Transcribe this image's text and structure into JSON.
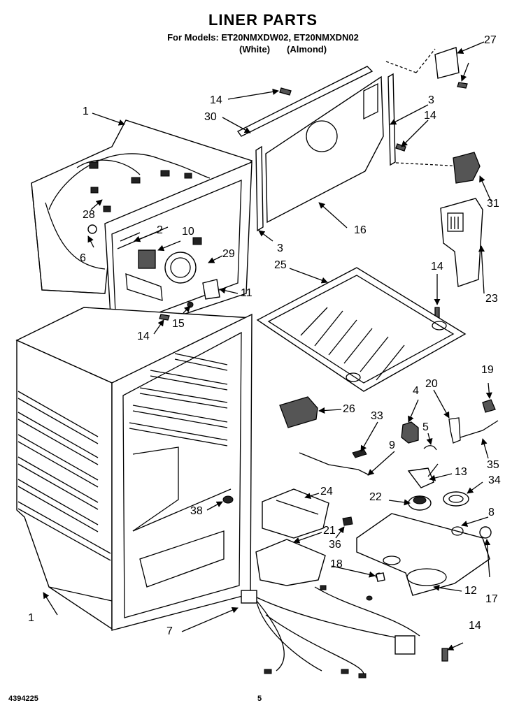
{
  "header": {
    "title": "LINER PARTS",
    "models_line": "For Models: ET20NMXDW02, ET20NMXDN02",
    "variant_white": "(White)",
    "variant_almond": "(Almond)"
  },
  "footer": {
    "doc_number": "4394225",
    "page_number": "5"
  },
  "callouts": {
    "c1a": "1",
    "c1b": "1",
    "c2": "2",
    "c3a": "3",
    "c3b": "3",
    "c4": "4",
    "c5": "5",
    "c6": "6",
    "c7": "7",
    "c8": "8",
    "c9": "9",
    "c10": "10",
    "c11": "11",
    "c12": "12",
    "c13": "13",
    "c14a": "14",
    "c14b": "14",
    "c14c": "14",
    "c14d": "14",
    "c14e": "14",
    "c15": "15",
    "c16": "16",
    "c17": "17",
    "c18": "18",
    "c19": "19",
    "c20": "20",
    "c21": "21",
    "c22": "22",
    "c23": "23",
    "c24": "24",
    "c25": "25",
    "c26": "26",
    "c27": "27",
    "c28": "28",
    "c29": "29",
    "c30": "30",
    "c31": "31",
    "c33": "33",
    "c34": "34",
    "c35": "35",
    "c36": "36",
    "c38": "38"
  }
}
